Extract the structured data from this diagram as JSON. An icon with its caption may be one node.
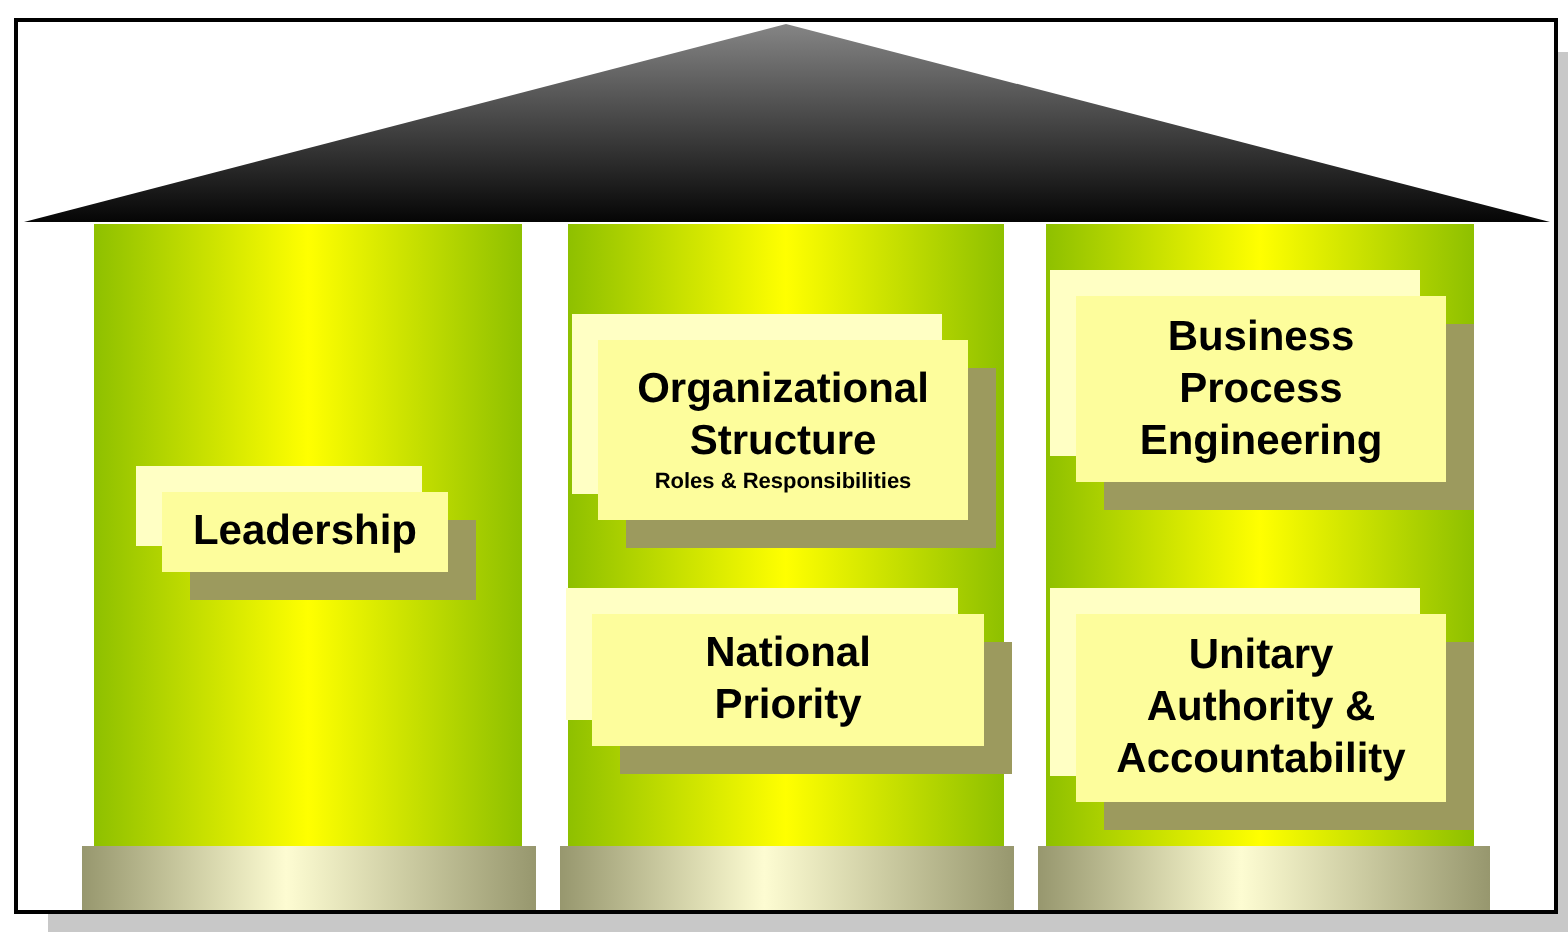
{
  "diagram": {
    "nodes": [
      {
        "text": [],
        "shape": "triangle"
      },
      {
        "text": [],
        "shape": "box"
      },
      {
        "text": [
          "Leadership"
        ],
        "in": 1
      },
      {
        "text": [],
        "shape": "box"
      },
      {
        "text": [
          "Organizational Structure",
          "Roles & Responsibilities"
        ],
        "in": 3
      },
      {
        "text": [
          "National Priority"
        ],
        "in": 3
      },
      {
        "text": [],
        "shape": "box"
      },
      {
        "text": [
          "Business Process Engineering"
        ],
        "in": 6
      },
      {
        "text": [
          "Unitary Authority & Accountability"
        ],
        "in": 6
      },
      {
        "text": [],
        "shape": "bar"
      },
      {
        "text": [],
        "shape": "bar"
      },
      {
        "text": [],
        "shape": "bar"
      }
    ]
  }
}
